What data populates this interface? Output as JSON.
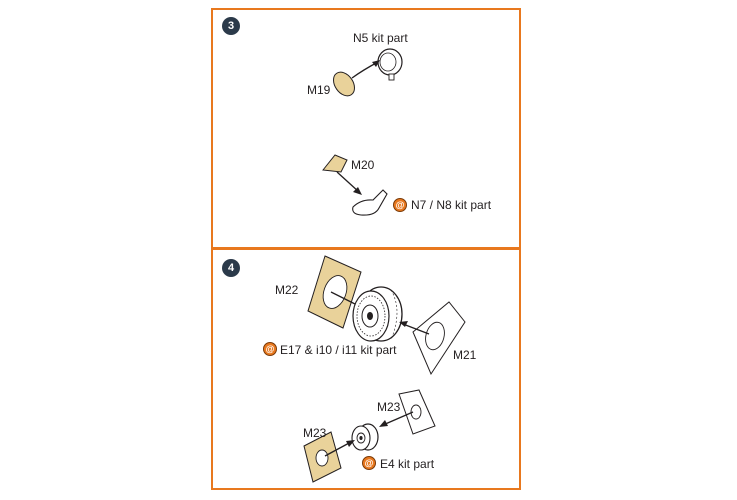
{
  "step3": {
    "number": "3",
    "labels": {
      "n5": "N5 kit part",
      "m19": "M19",
      "m20": "M20",
      "n7n8": "N7 / N8 kit part"
    }
  },
  "step4": {
    "number": "4",
    "labels": {
      "m22": "M22",
      "e17": "E17 & i10 / i11 kit part",
      "m21": "M21",
      "m23_top": "M23",
      "m23_left": "M23",
      "e4": "E4 kit part"
    }
  },
  "icons": {
    "kit_part_marker": "at-sign-icon",
    "marker_glyph": "@"
  },
  "colors": {
    "frame": "#e8781e",
    "badge": "#2b3a4a",
    "photoetch": "#e9d29a"
  }
}
